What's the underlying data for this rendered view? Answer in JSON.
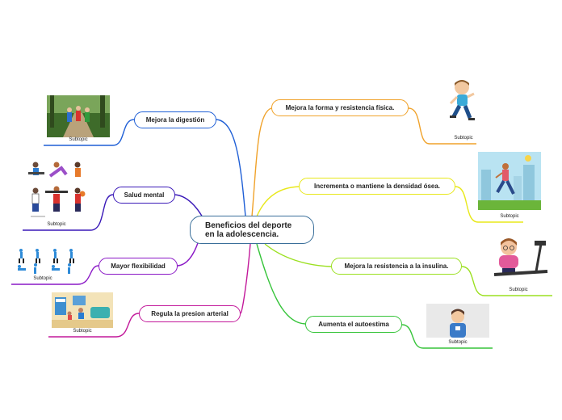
{
  "central": {
    "line1": "Beneficios del deporte",
    "line2": "en la adolescencia."
  },
  "left_topics": [
    {
      "label": "Mejora la digestión",
      "color": "#1f5fd6",
      "subtopic": "Subtopic",
      "image": "runners-forest-photo"
    },
    {
      "label": "Salud mental",
      "color": "#3a19b8",
      "subtopic": "Subtopic",
      "image": "people-exercising-illustration"
    },
    {
      "label": "Mayor flexibilidad",
      "color": "#8a18c6",
      "subtopic": "Subtopic",
      "image": "stretching-figures-illustration"
    },
    {
      "label": "Regula la presion arterial",
      "color": "#c2189a",
      "subtopic": "Subtopic",
      "image": "living-room-exercise-illustration"
    }
  ],
  "right_topics": [
    {
      "label": "Mejora la forma y resistencia física.",
      "color": "#f0a22a",
      "subtopic": "Subtopic",
      "image": "running-boy-illustration"
    },
    {
      "label": "Incrementa o mantiene la densidad ósea.",
      "color": "#e8e81a",
      "subtopic": "Subtopic",
      "image": "woman-running-city-illustration"
    },
    {
      "label": "Mejora la resistencia a la insulina.",
      "color": "#9be020",
      "subtopic": "Subtopic",
      "image": "girl-treadmill-illustration"
    },
    {
      "label": "Aumenta el autoestima",
      "color": "#36c43a",
      "subtopic": "Subtopic",
      "image": "man-portrait-illustration"
    }
  ]
}
